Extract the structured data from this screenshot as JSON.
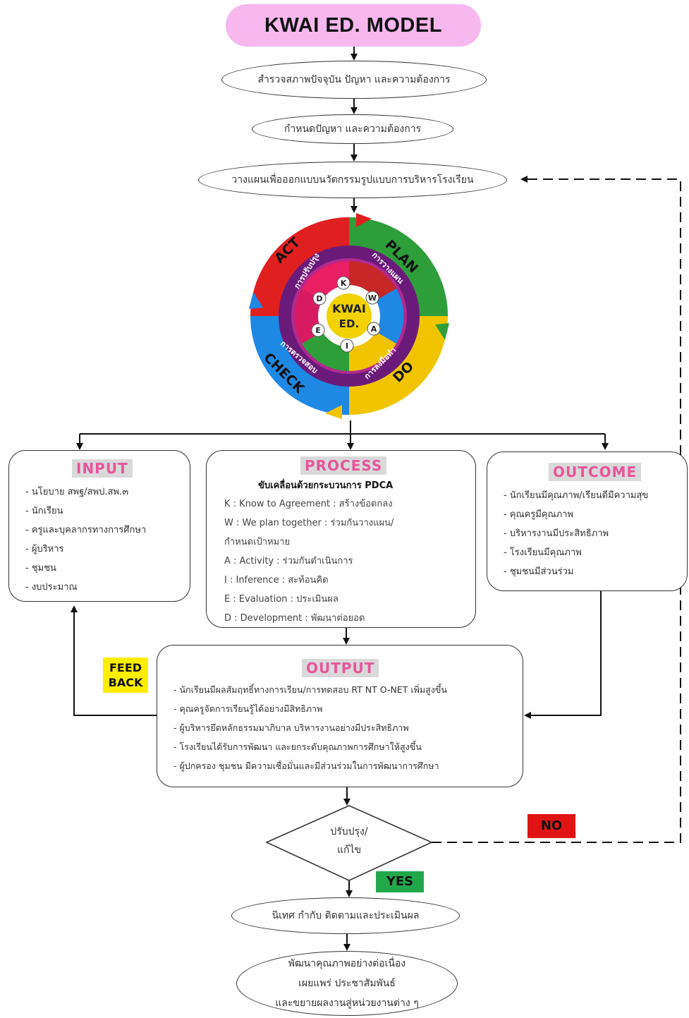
{
  "title": "KWAI ED. MODEL",
  "steps": {
    "survey": "สำรวจสภาพปัจจุบัน ปัญหา และความต้องการ",
    "define": "กำหนดปัญหา และความต้องการ",
    "plan": "วางแผนเพื่อออกแบบนวัตกรรมรูปแบบการบริหารโรงเรียน"
  },
  "cycle": {
    "act": "ACT",
    "plan": "PLAN",
    "do": "DO",
    "check": "CHECK",
    "act_th": "การปรับปรุง",
    "plan_th": "การวางแผน",
    "do_th": "การลงมือทำ",
    "check_th": "การตรวจสอบ",
    "center": [
      "KWAI",
      "ED."
    ],
    "letters": [
      "K",
      "W",
      "A",
      "I",
      "E",
      "D"
    ],
    "colors": {
      "act": "#e02020",
      "plan": "#2e9e3a",
      "do": "#f2c400",
      "check": "#1e88e5",
      "ring": "#6a1b7a"
    }
  },
  "input": {
    "header": "INPUT",
    "items": [
      "นโยบาย สพฐ/สพป.สพ.๓",
      "นักเรียน",
      "ครูและบุคลากรทางการศึกษา",
      "ผู้บริหาร",
      "ชุมชน",
      "งบประมาณ"
    ]
  },
  "process": {
    "header": "PROCESS",
    "subtitle": "ขับเคลื่อนด้วยกระบวนการ PDCA",
    "lines": [
      "K : Know to Agreement  : สร้างข้อตกลง",
      "W : We plan together  : ร่วมกันวางแผน/",
      "กำหนดเป้าหมาย",
      "A : Activity : ร่วมกันดำเนินการ",
      "I : Inference   : สะท้อนคิด",
      "E : Evaluation : ประเมินผล",
      "D : Development : พัฒนาต่อยอด"
    ]
  },
  "outcome": {
    "header": "OUTCOME",
    "items": [
      "นักเรียนมีคุณภาพ/เรียนดีมีความสุข",
      "คุณครูมีคุณภาพ",
      "บริหารงานมีประสิทธิภาพ",
      "โรงเรียนมีคุณภาพ",
      "ชุมชนมีส่วนร่วม"
    ]
  },
  "output": {
    "header": "OUTPUT",
    "items": [
      "นักเรียนมีผลสัมฤทธิ์ทางการเรียน/การทดสอบ  RT NT O-NET เพิ่มสูงขึ้น",
      "คุณครูจัดการเรียนรู้ได้อย่างมีสิทธิภาพ",
      "ผู้บริหารยึดหลักธรรมมาภิบาล บริหารงานอย่างมีประสิทธิภาพ",
      "โรงเรียนได้รับการพัฒนา และยกระดับคุณภาพการศึกษาให้สูงขึ้น",
      "ผู้ปกครอง ชุมชน มีความเชื่อมั่นและมีส่วนร่วมในการพัฒนาการศึกษา"
    ]
  },
  "feedback": {
    "line1": "FEED",
    "line2": "BACK"
  },
  "decision": {
    "line1": "ปรับปรุง/",
    "line2": "แก้ไข"
  },
  "no_label": "NO",
  "yes_label": "YES",
  "monitor": "นิเทศ กำกับ ติดตามและประเมินผล",
  "final": {
    "line1": "พัฒนาคุณภาพอย่างต่อเนื่อง",
    "line2": "เผยแพร่ ประชาสัมพันธ์",
    "line3": "และขยายผลงานสู่หน่วยงานต่าง ๆ"
  }
}
